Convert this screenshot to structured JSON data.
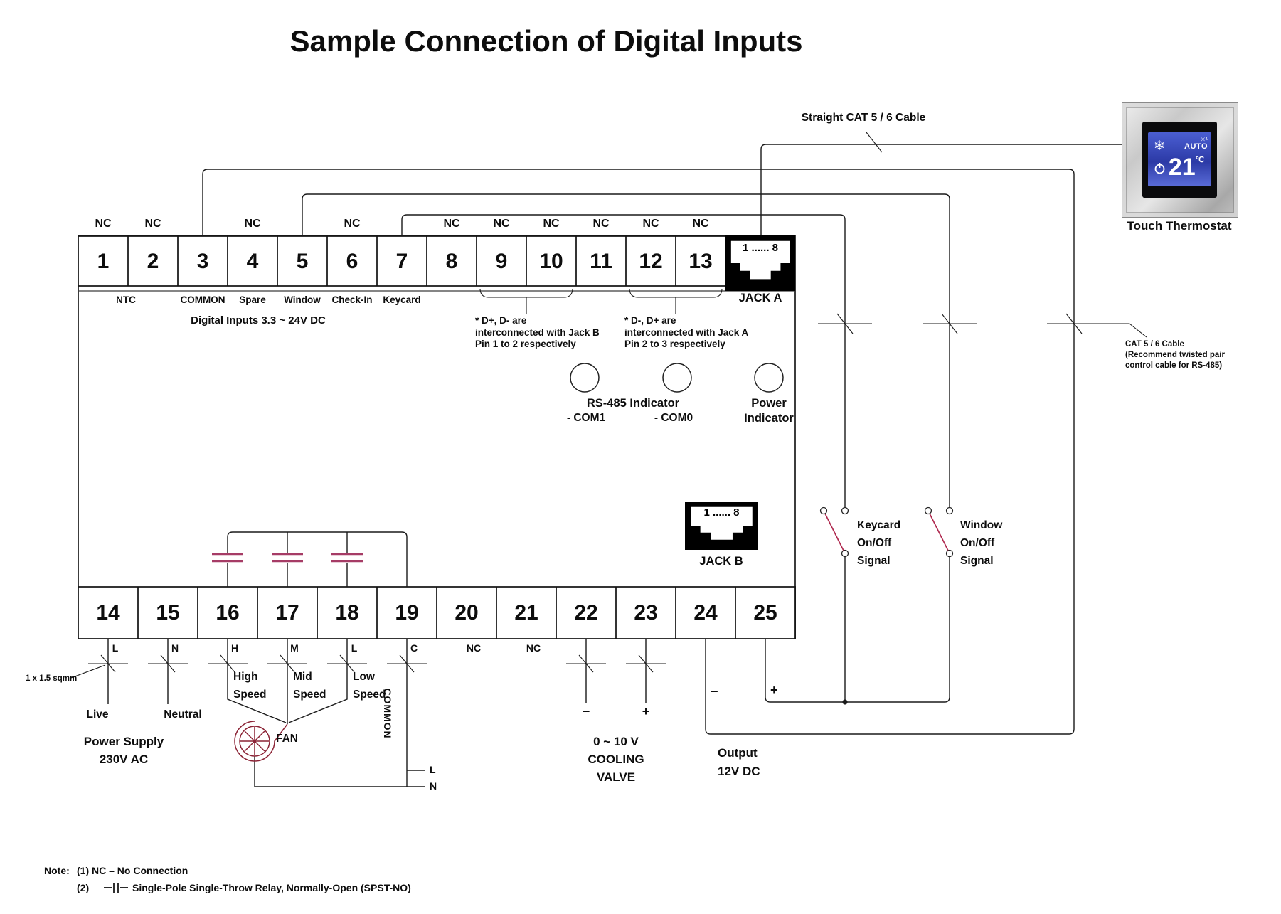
{
  "title": "Sample Connection of Digital Inputs",
  "terminals": {
    "top": [
      "1",
      "2",
      "3",
      "4",
      "5",
      "6",
      "7",
      "8",
      "9",
      "10",
      "11",
      "12",
      "13"
    ],
    "bottom": [
      "14",
      "15",
      "16",
      "17",
      "18",
      "19",
      "20",
      "21",
      "22",
      "23",
      "24",
      "25"
    ],
    "bottom_sub": [
      "L",
      "N",
      "H",
      "M",
      "L",
      "C",
      "NC",
      "NC"
    ],
    "nc": "NC",
    "top_functions": [
      "NTC",
      "COMMON",
      "Spare",
      "Window",
      "Check-In",
      "Keycard"
    ],
    "digital_inputs": "Digital Inputs 3.3 ~ 24V DC"
  },
  "notes_inline": {
    "d1": [
      "*  D+, D-  are",
      "interconnected with Jack B",
      "Pin 1 to 2 respectively"
    ],
    "d2": [
      "*  D-, D+  are",
      "interconnected with Jack A",
      "Pin 2 to 3 respectively"
    ]
  },
  "indicators": {
    "rs485": "RS-485 Indicator",
    "com1": "- COM1",
    "com0": "- COM0",
    "power": [
      "Power",
      "Indicator"
    ]
  },
  "jacks": {
    "a": "JACK A",
    "b": "JACK B",
    "pins": "1 ...... 8"
  },
  "cables": {
    "straight": "Straight CAT 5 / 6 Cable",
    "cat": [
      "CAT 5 / 6 Cable",
      "(Recommend twisted pair",
      "control cable for RS-485)"
    ],
    "sqmm": "1 x 1.5 sqmm"
  },
  "switches": {
    "keycard": [
      "Keycard",
      "On/Off",
      "Signal"
    ],
    "window": [
      "Window",
      "On/Off",
      "Signal"
    ]
  },
  "thermostat": {
    "label": "Touch Thermostat",
    "temp": "21",
    "unit": "℃",
    "auto": "AUTO",
    "fan_glyph": "✳¹",
    "snowflake": "❄"
  },
  "power": {
    "live": "Live",
    "neutral": "Neutral",
    "supply": [
      "Power Supply",
      "230V AC"
    ]
  },
  "fan": {
    "label": "FAN",
    "speeds": [
      [
        "High",
        "Speed"
      ],
      [
        "Mid",
        "Speed"
      ],
      [
        "Low",
        "Speed"
      ]
    ],
    "common": "COMMON",
    "l": "L",
    "n": "N"
  },
  "valve": {
    "minus": "−",
    "plus": "+",
    "lines": [
      "0 ~ 10 V",
      "COOLING",
      "VALVE"
    ]
  },
  "output": {
    "minus": "−",
    "plus": "+",
    "lines": [
      "Output",
      "12V DC"
    ]
  },
  "footnote": {
    "prefix": "Note:",
    "line1": "(1)  NC – No Connection",
    "line2_num": "(2)",
    "line2": "Single-Pole Single-Throw Relay, Normally-Open (SPST-NO)"
  },
  "colors": {
    "wire": "#1a1a1a",
    "switch_blade": "#b02a50",
    "capacitor": "#a63c66",
    "fan": "#8b2335",
    "lcd": "#3347b8"
  }
}
